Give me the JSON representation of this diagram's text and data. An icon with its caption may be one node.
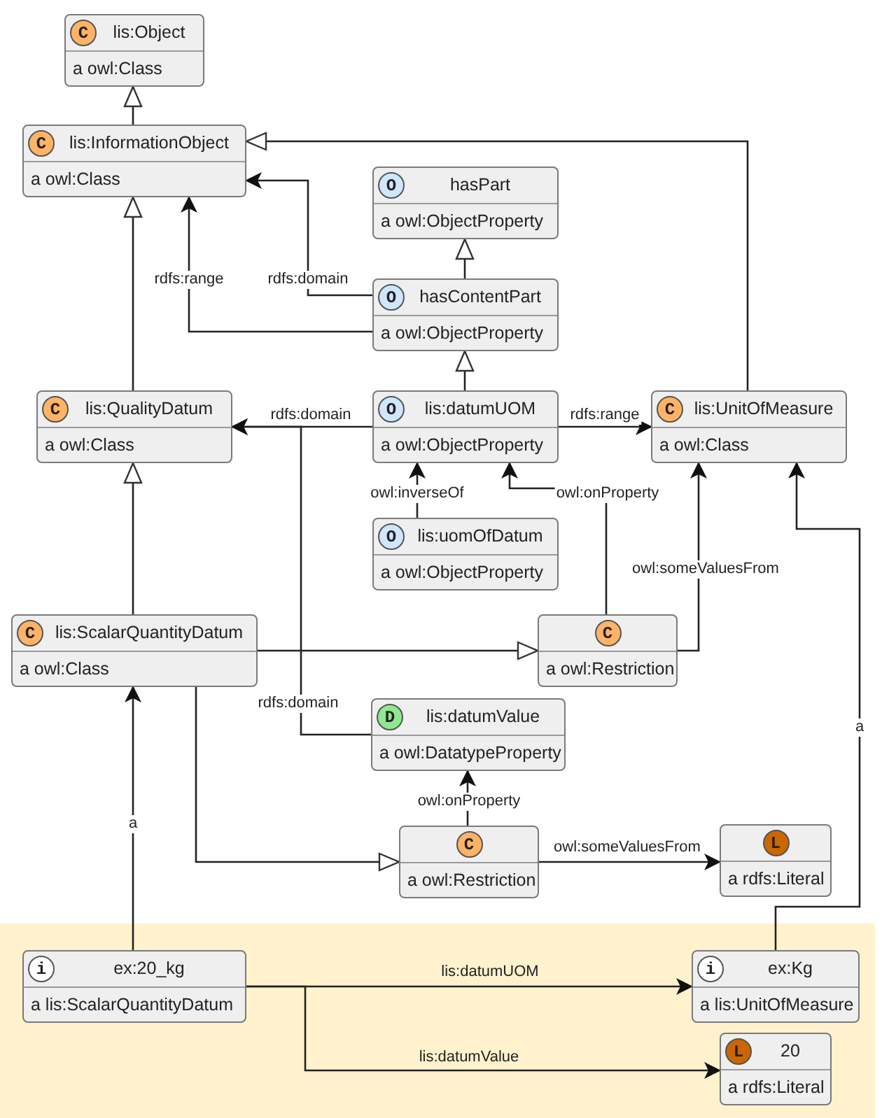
{
  "diagram": {
    "nodes": [
      {
        "text": [
          "C",
          "lis:Object",
          "a owl:Class"
        ]
      },
      {
        "text": [
          "C",
          "lis:InformationObject",
          "a owl:Class"
        ]
      },
      {
        "text": [
          "O",
          "hasPart",
          "a owl:ObjectProperty"
        ]
      },
      {
        "text": [
          "O",
          "hasContentPart",
          "a owl:ObjectProperty"
        ]
      },
      {
        "text": [
          "C",
          "lis:QualityDatum",
          "a owl:Class"
        ]
      },
      {
        "text": [
          "O",
          "lis:datumUOM",
          "a owl:ObjectProperty"
        ]
      },
      {
        "text": [
          "C",
          "lis:UnitOfMeasure",
          "a owl:Class"
        ]
      },
      {
        "text": [
          "O",
          "lis:uomOfDatum",
          "a owl:ObjectProperty"
        ]
      },
      {
        "text": [
          "C",
          "lis:ScalarQuantityDatum",
          "a owl:Class"
        ]
      },
      {
        "text": [
          "C",
          "a owl:Restriction"
        ]
      },
      {
        "text": [
          "D",
          "lis:datumValue",
          "a owl:DatatypeProperty"
        ]
      },
      {
        "text": [
          "C",
          "a owl:Restriction"
        ]
      },
      {
        "text": [
          "L",
          "a rdfs:Literal"
        ]
      },
      {
        "text": [
          "i",
          "ex:20_kg",
          "a lis:ScalarQuantityDatum"
        ]
      },
      {
        "text": [
          "i",
          "ex:Kg",
          "a lis:UnitOfMeasure"
        ]
      },
      {
        "text": [
          "L",
          "20",
          "a rdfs:Literal"
        ]
      }
    ],
    "edges": [
      {
        "from": 1,
        "to": 0,
        "arrow": "to"
      },
      {
        "from": 3,
        "to": 2,
        "arrow": "to"
      },
      {
        "from": 3,
        "to": 1,
        "arrow": "to",
        "label": "rdfs:domain"
      },
      {
        "from": 3,
        "to": 1,
        "arrow": "to",
        "label": "rdfs:range"
      },
      {
        "from": 4,
        "to": 1,
        "arrow": "to"
      },
      {
        "from": 6,
        "to": 1,
        "arrow": "to"
      },
      {
        "from": 5,
        "to": 3,
        "arrow": "to"
      },
      {
        "from": 5,
        "to": 4,
        "arrow": "to",
        "label": "rdfs:domain"
      },
      {
        "from": 5,
        "to": 6,
        "arrow": "to",
        "label": "rdfs:range"
      },
      {
        "from": 7,
        "to": 5,
        "arrow": "to",
        "label": "owl:inverseOf"
      },
      {
        "from": 9,
        "to": 5,
        "arrow": "to",
        "label": "owl:onProperty"
      },
      {
        "from": 9,
        "to": 6,
        "arrow": "to",
        "label": "owl:someValuesFrom"
      },
      {
        "from": 8,
        "to": 4,
        "arrow": "to"
      },
      {
        "from": 8,
        "to": 9,
        "arrow": "to"
      },
      {
        "from": 10,
        "to": 4,
        "arrow": "to",
        "label": "rdfs:domain"
      },
      {
        "from": 11,
        "to": 10,
        "arrow": "to",
        "label": "owl:onProperty"
      },
      {
        "from": 8,
        "to": 11,
        "arrow": "to"
      },
      {
        "from": 11,
        "to": 12,
        "arrow": "to",
        "label": "owl:someValuesFrom"
      },
      {
        "from": 13,
        "to": 8,
        "arrow": "to",
        "label": "a"
      },
      {
        "from": 14,
        "to": 6,
        "arrow": "to",
        "label": "a"
      },
      {
        "from": 13,
        "to": 14,
        "arrow": "to",
        "label": "lis:datumUOM"
      },
      {
        "from": 13,
        "to": 15,
        "arrow": "to",
        "label": "lis:datumValue"
      }
    ]
  }
}
